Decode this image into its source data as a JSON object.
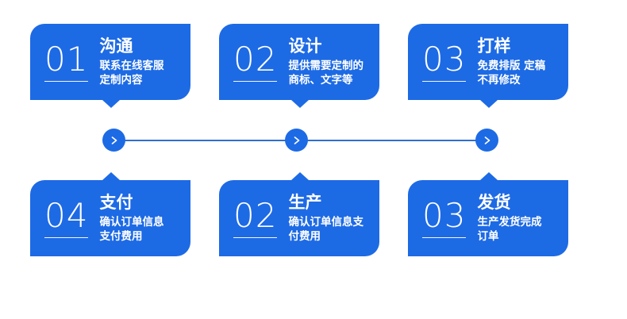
{
  "theme": {
    "background": "#ffffff",
    "card_blue": "#1d6ae5",
    "line_blue": "#2f6fd0",
    "text_white": "#ffffff"
  },
  "flow": {
    "connector": {
      "arrow_glyph": ">",
      "nodes": [
        "chevron-right",
        "chevron-right",
        "chevron-right"
      ]
    },
    "rows": [
      {
        "row_name": "top-row",
        "pointer_direction": "down",
        "steps": [
          {
            "number": "01",
            "title": "沟通",
            "desc": "联系在线客服\n定制内容"
          },
          {
            "number": "02",
            "title": "设计",
            "desc": "提供需要定制的\n商标、文字等"
          },
          {
            "number": "03",
            "title": "打样",
            "desc": "免费排版 定稿\n不再修改"
          }
        ]
      },
      {
        "row_name": "bottom-row",
        "pointer_direction": "up",
        "steps": [
          {
            "number": "04",
            "title": "支付",
            "desc": "确认订单信息\n支付费用"
          },
          {
            "number": "02",
            "title": "生产",
            "desc": "确认订单信息支\n付费用"
          },
          {
            "number": "03",
            "title": "发货",
            "desc": "生产发货完成\n订单"
          }
        ]
      }
    ]
  }
}
